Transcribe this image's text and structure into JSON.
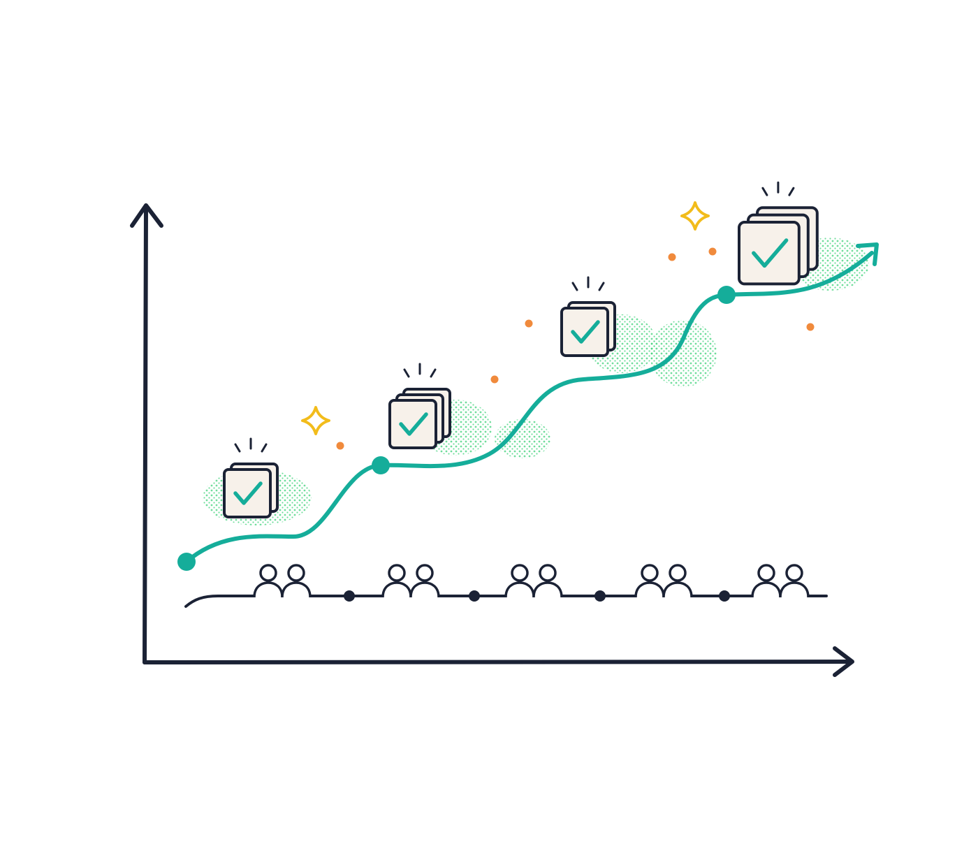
{
  "colors": {
    "ink": "#1b2235",
    "curve": "#15ad9a",
    "check": "#15ad9a",
    "card_fill": "#f7f1ea",
    "halftone": "#3fd27a",
    "sparkle": "#f2bc1b",
    "dot_accent": "#f08a3c"
  },
  "icons": {
    "milestone": "stacked-checked-cards-icon",
    "team": "two-people-icon",
    "sparkle": "sparkle-star-icon"
  },
  "diagram": {
    "axes": [
      "y-axis-arrow",
      "x-axis-arrow"
    ],
    "milestone_count": 4,
    "team_group_count": 5,
    "timeline_node_count": 4,
    "curve_node_count": 3
  }
}
